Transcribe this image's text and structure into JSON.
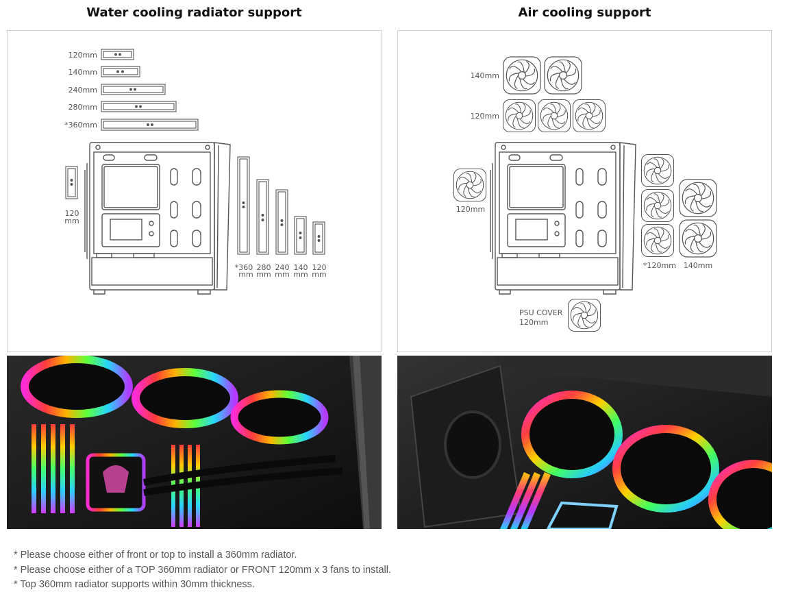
{
  "headings": {
    "water": "Water cooling radiator support",
    "air": "Air cooling support"
  },
  "water_panel": {
    "top_radiators": [
      "120mm",
      "140mm",
      "240mm",
      "280mm",
      "*360mm"
    ],
    "rear_label_line1": "120",
    "rear_label_line2": "mm",
    "front_radiators": [
      {
        "line1": "*360",
        "line2": "mm"
      },
      {
        "line1": "280",
        "line2": "mm"
      },
      {
        "line1": "240",
        "line2": "mm"
      },
      {
        "line1": "140",
        "line2": "mm"
      },
      {
        "line1": "120",
        "line2": "mm"
      }
    ]
  },
  "air_panel": {
    "top_140": "140mm",
    "top_120": "120mm",
    "rear": "120mm",
    "front_120": "*120mm",
    "front_140": "140mm",
    "psu_line1": "PSU COVER",
    "psu_line2": "120mm"
  },
  "notes": [
    "* Please choose either of front or top to install a 360mm radiator.",
    "* Please choose either of a TOP 360mm radiator or FRONT 120mm x 3 fans to install.",
    "* Top 360mm radiator supports within 30mm thickness."
  ],
  "colors": {
    "panel_border": "#cfcfcf",
    "line": "#555555",
    "photo_bg": "#161616"
  },
  "icons": [
    "fan-icon",
    "radiator-icon",
    "pc-case-icon",
    "cooler-logo-icon"
  ]
}
